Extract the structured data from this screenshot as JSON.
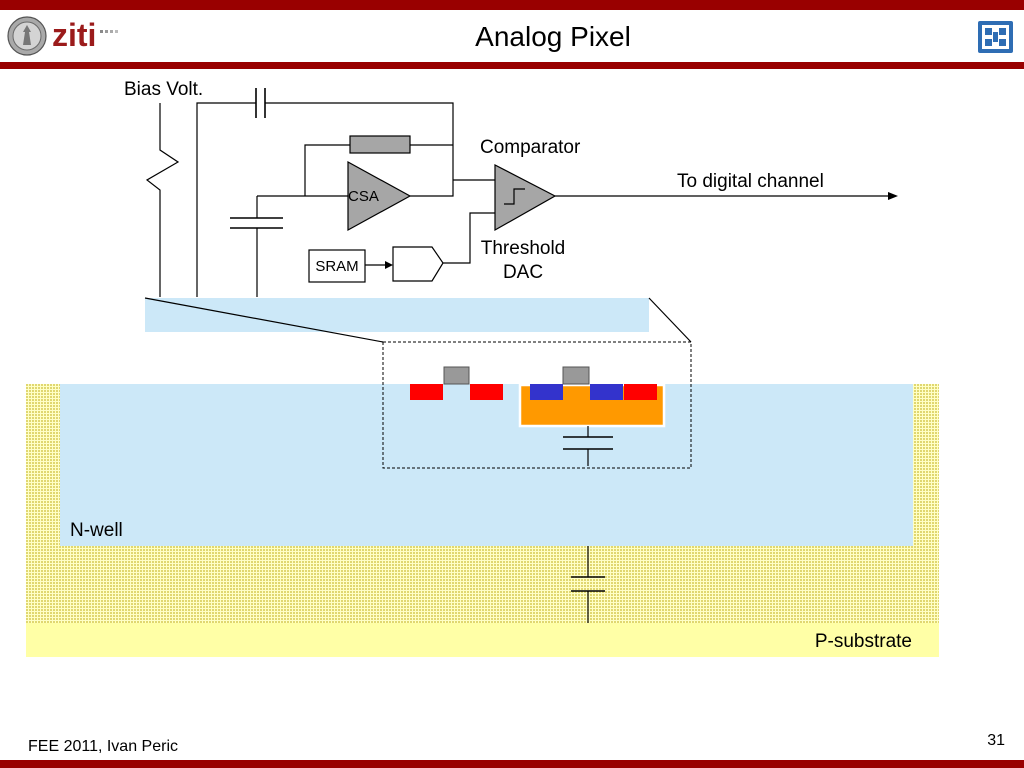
{
  "slide": {
    "title": "Analog Pixel",
    "logo_text": "ziti",
    "footer": "FEE 2011, Ivan Peric",
    "page_number": "31"
  },
  "diagram": {
    "labels": {
      "bias": "Bias Volt.",
      "comparator": "Comparator",
      "output": "To digital channel",
      "csa": "CSA",
      "sram": "SRAM",
      "threshold": "Threshold",
      "dac": "DAC",
      "n_well": "N-well",
      "p_substrate": "P-substrate"
    }
  },
  "icons": {
    "left_logo": "university-seal-icon",
    "right_logo": "institute-logo-icon"
  },
  "colors": {
    "accent": "#990000",
    "light_blue": "#cce8f8",
    "substrate_plain": "#ffffa6",
    "substrate_dotted": "#ffffc6",
    "substrate_dots": "#d8cc58",
    "red_region": "#ff0000",
    "blue_region": "#3333cc",
    "orange_region": "#ff9900",
    "gate": "#999999",
    "block_fill": "#a6a6a6",
    "logo_blue": "#2e6db4",
    "logo_text": "#9b1b1b"
  }
}
